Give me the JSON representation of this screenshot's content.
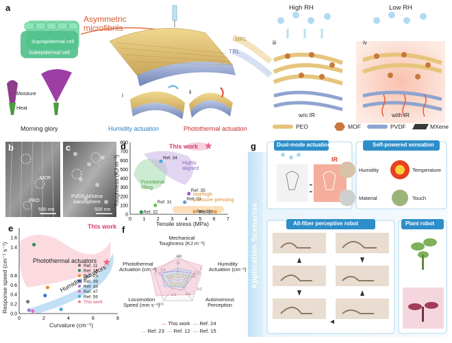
{
  "panels": {
    "a": {
      "label": "a",
      "asym": [
        "Asymmetric",
        "microfibrils"
      ],
      "supra": "Suprapidermal cell",
      "sub": "Subepidermal cell",
      "moisture": "Moisture",
      "heat": "Heat",
      "morning_glory": "Morning glory",
      "humidity_act": "Humidity actuation",
      "photo_act": "Photothermal actuation",
      "mrl": "MRL",
      "trl": "TRL",
      "roman_i": "i",
      "roman_ii": "ii",
      "roman_iii": "iii",
      "roman_iv": "iv",
      "high_rh": "High RH",
      "low_rh": "Low RH",
      "wo_ir": "w/o IR",
      "with_ir": "with IR",
      "legend": [
        {
          "name": "PEO",
          "color": "#e3c47a"
        },
        {
          "name": "MOF",
          "color": "#c8783a"
        },
        {
          "name": "PVDF",
          "color": "#8fa4cf"
        },
        {
          "name": "MXene",
          "color": "#3a3a3a"
        }
      ]
    },
    "b": {
      "label": "b",
      "mof": "MOF",
      "peo": "PEO",
      "scale": "500 nm"
    },
    "c": {
      "label": "c",
      "pvdf": [
        "PVDF-MXene",
        "nanosphere"
      ],
      "scale": "500 nm"
    },
    "d": {
      "label": "d",
      "this_work": "This work",
      "annotations": {
        "aligned": [
          "Highly",
          "aligned"
        ],
        "functional": [
          "Functional",
          "filling"
        ],
        "hot": [
          "Hot/high",
          "pressure pressing"
        ]
      }
    },
    "e": {
      "label": "e",
      "this_work": "This work",
      "photo_region": "Photothermal actuators",
      "humid_region": "Humidity actuators"
    },
    "f": {
      "label": "f",
      "axes": [
        [
          "Mechanical",
          "Toughness (KJ m⁻³)"
        ],
        [
          "Humidity",
          "Actuation (cm⁻¹)"
        ],
        [
          "Autonomous",
          "Perception"
        ],
        [
          "Locomotion",
          "Speed (mm s⁻¹)"
        ],
        [
          "Photothermal",
          "Actuation (cm⁻¹)"
        ]
      ],
      "tick_labels": [
        "100",
        "10",
        "1",
        "0.5",
        "1.9",
        "0.5",
        "0.2",
        "0.1",
        "1",
        "0.5",
        "0.6"
      ],
      "legend": [
        {
          "name": "This work",
          "color": "#e8678a"
        },
        {
          "name": "Ref. 24",
          "color": "#4aa7d8"
        },
        {
          "name": "Ref. 23",
          "color": "#f0a040"
        },
        {
          "name": "Ref. 12",
          "color": "#8dc25a"
        },
        {
          "name": "Ref. 15",
          "color": "#a07ad0"
        }
      ]
    },
    "g": {
      "label": "g",
      "sidebar": "Application Scenarios",
      "dual_mode": "Dual-mode actuation",
      "self_powered": "Self-powered sensation",
      "ir": "IR",
      "humidity": "Humidity",
      "temperature": "Temperature",
      "material": "Material",
      "touch": "Touch",
      "all_fiber": "All-fiber perceptive robot",
      "plant": "Plant robot"
    }
  },
  "chart_data": [
    {
      "type": "scatter",
      "title": "",
      "xlabel": "Tensile stress (MPa)",
      "ylabel": "Toughness (KJ m⁻³)",
      "xlim": [
        0,
        7
      ],
      "ylim": [
        0,
        800
      ],
      "xticks": [
        "0",
        "1",
        "2",
        "3",
        "4",
        "5",
        "6",
        "7"
      ],
      "yticks": [
        "0",
        "100",
        "200",
        "300",
        "400",
        "500",
        "600",
        "700",
        "800"
      ],
      "points": [
        {
          "label": "This work",
          "x": 5.6,
          "y": 760,
          "color": "#e8678a",
          "marker": "star"
        },
        {
          "label": "Ref. 34",
          "x": 2.2,
          "y": 590,
          "color": "#4aa7d8"
        },
        {
          "label": "Ref. 35",
          "x": 4.2,
          "y": 230,
          "color": "#8a60c0"
        },
        {
          "label": "Ref. 33",
          "x": 3.9,
          "y": 135,
          "color": "#5b9bd5"
        },
        {
          "label": "Ref. 31",
          "x": 1.8,
          "y": 100,
          "color": "#6cbf5a"
        },
        {
          "label": "Ref. 32",
          "x": 0.8,
          "y": 25,
          "color": "#2f8f55"
        },
        {
          "label": "Ref. 30",
          "x": 4.6,
          "y": 30,
          "color": "#f0a040"
        },
        {
          "label": "Ref. 29",
          "x": 6.1,
          "y": 28,
          "color": "#f0a040"
        }
      ]
    },
    {
      "type": "scatter",
      "title": "",
      "xlabel": "Curvature (cm⁻¹)",
      "ylabel": "Response speed (cm⁻¹ s⁻¹)",
      "xlim": [
        0,
        8
      ],
      "ylim": [
        0,
        1.8
      ],
      "xticks": [
        "0",
        "2",
        "4",
        "6",
        "8"
      ],
      "yticks": [
        "0.0",
        "0.2",
        "0.4",
        "0.6",
        "0.8",
        "1.4",
        "1.6"
      ],
      "series": [
        {
          "name": "Ref. 11",
          "x": 0.7,
          "y": 0.25,
          "color": "#777777"
        },
        {
          "name": "Ref. 15",
          "x": 1.2,
          "y": 1.45,
          "color": "#2f8f55"
        },
        {
          "name": "Ref. 23",
          "x": 2.3,
          "y": 0.55,
          "color": "#f08a30"
        },
        {
          "name": "Ref. 39",
          "x": 2.1,
          "y": 0.38,
          "color": "#3a78c8"
        },
        {
          "name": "Ref. 43",
          "x": 0.8,
          "y": 0.07,
          "color": "#a07ad0"
        },
        {
          "name": "Ref. 47",
          "x": 1.1,
          "y": 0.05,
          "color": "#e86ac2"
        },
        {
          "name": "Ref. 56",
          "x": 3.4,
          "y": 0.09,
          "color": "#4aa7d8"
        },
        {
          "name": "This work",
          "x": 7.1,
          "y": 1.08,
          "color": "#e8678a",
          "marker": "star"
        }
      ]
    }
  ]
}
